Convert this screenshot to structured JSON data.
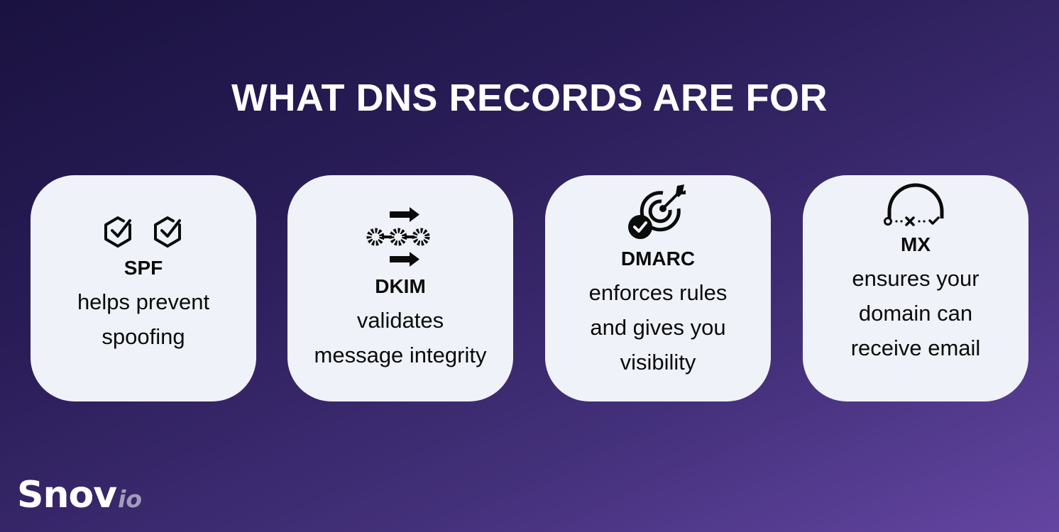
{
  "title": "WHAT DNS RECORDS ARE FOR",
  "colors": {
    "background_start": "#1a1240",
    "background_end": "#6445a2",
    "card": "#eff2f8",
    "text": "#0b0b0b",
    "title": "#ffffff",
    "logo_io": "#a39cbd"
  },
  "cards": [
    {
      "icon": "hexagon-checkmarks-icon",
      "heading": "SPF",
      "body": "helps prevent\nspoofing"
    },
    {
      "icon": "chain-gears-arrows-icon",
      "heading": "DKIM",
      "body": "validates\nmessage integrity"
    },
    {
      "icon": "target-arrow-check-icon",
      "heading": "DMARC",
      "body": "enforces rules\nand gives you\nvisibility"
    },
    {
      "icon": "route-arc-icon",
      "heading": "MX",
      "body": "ensures your\ndomain can\nreceive email"
    }
  ],
  "logo": {
    "main": "Snov",
    "suffix": "io"
  }
}
